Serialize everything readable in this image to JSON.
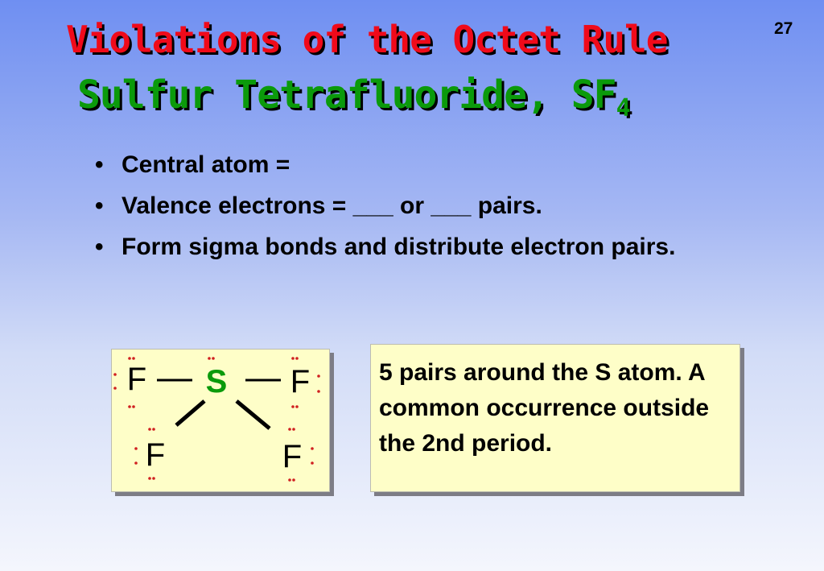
{
  "slide": {
    "number": "27",
    "title_line1": "Violations of the Octet Rule",
    "title_line2": "Sulfur Tetrafluoride, SF",
    "title_line2_subscript": "4"
  },
  "bullets": [
    "Central atom =",
    "Valence electrons = ___ or ___ pairs.",
    "Form sigma bonds and distribute electron pairs."
  ],
  "lewis_structure": {
    "central_atom": "S",
    "ligands": [
      "F",
      "F",
      "F",
      "F"
    ],
    "central_color": "#0b9a0b",
    "lone_pair_color": "#d02020"
  },
  "note": "5 pairs around the S atom. A common occurrence outside the 2nd period.",
  "colors": {
    "title1": "#f00a1a",
    "title2": "#0b9a0b",
    "box_fill": "#fefec8"
  }
}
